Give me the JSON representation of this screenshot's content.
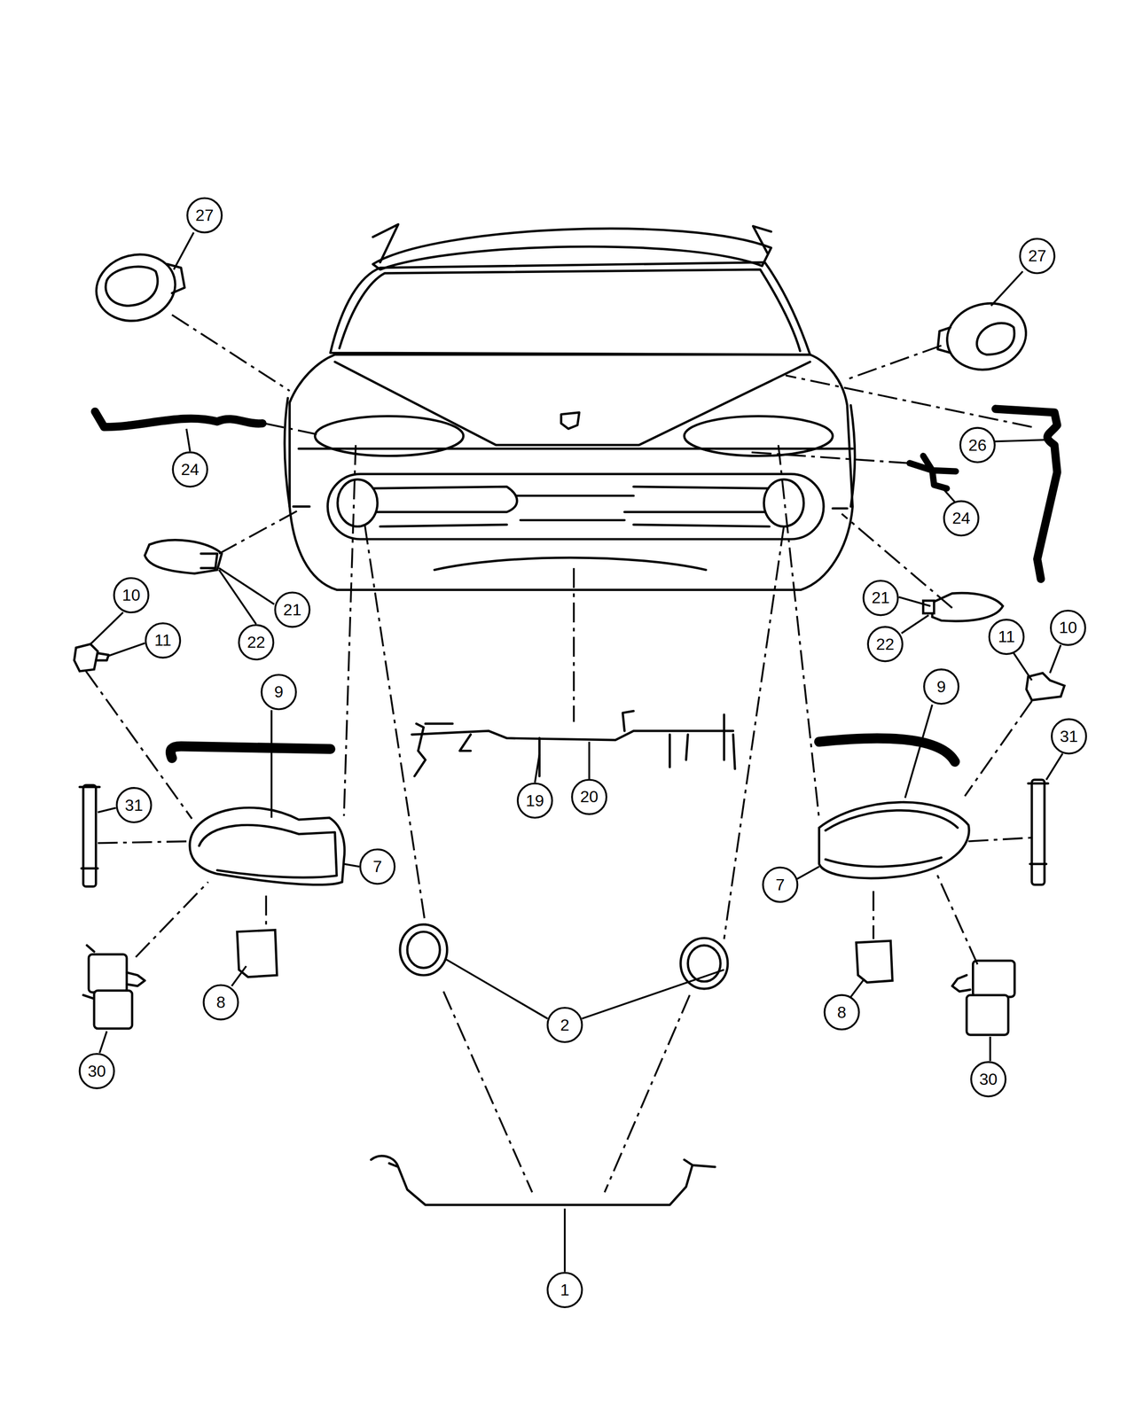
{
  "diagram": {
    "labels": [
      "27",
      "27",
      "26",
      "24",
      "24",
      "21",
      "21",
      "10",
      "22",
      "22",
      "11",
      "10",
      "11",
      "9",
      "9",
      "31",
      "31",
      "19",
      "20",
      "7",
      "7",
      "8",
      "8",
      "2",
      "30",
      "30",
      "1"
    ]
  }
}
